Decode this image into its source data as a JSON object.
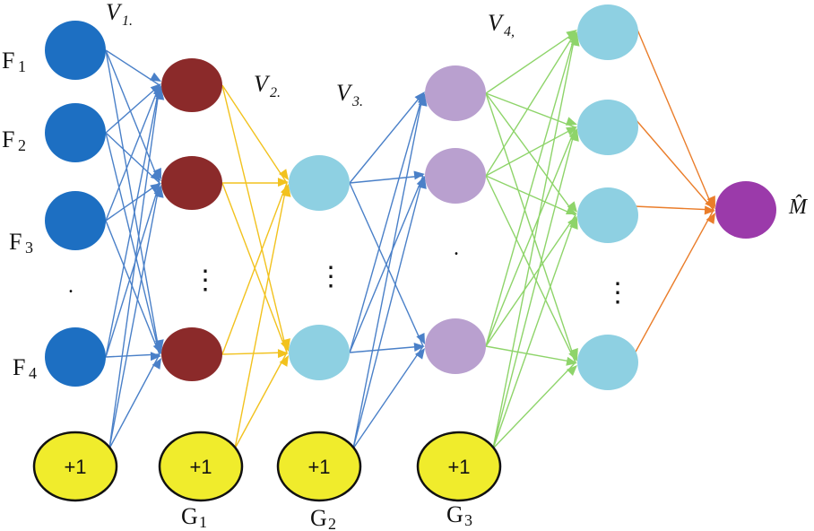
{
  "inputs": [
    "F1",
    "F2",
    "F3",
    "F4"
  ],
  "input_ellipsis": ".",
  "weight_labels": [
    "V1.",
    "V2.",
    "V3.",
    "V4,"
  ],
  "hidden_layer_labels": [
    "G1",
    "G2",
    "G3"
  ],
  "bias_label": "+1",
  "ellipsis": "⋮",
  "layer3_ellipsis": ".",
  "output": "M̂",
  "colors": {
    "input_node": "#1d6fc2",
    "layer1_node": "#8b2a2a",
    "layer2_node": "#8ed0e2",
    "layer3_node": "#b9a0cf",
    "layer4_node": "#8ed0e2",
    "output_node": "#9b3aaa",
    "bias_node": "#f0ec2c",
    "edges_v1": "#4a80c8",
    "edges_v2": "#f2c21e",
    "edges_v3": "#4a80c8",
    "edges_v4": "#8ed46a",
    "edges_out": "#ea7d2a"
  }
}
